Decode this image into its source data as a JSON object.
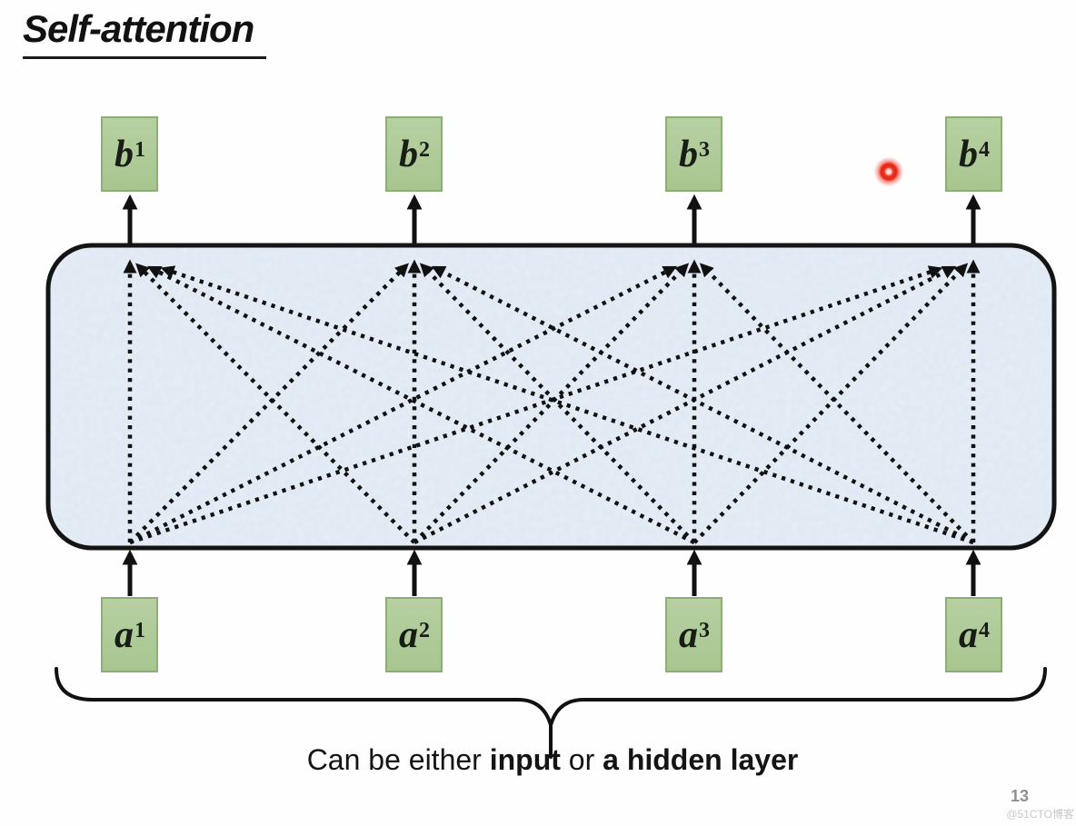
{
  "header": {
    "title": "Self-attention"
  },
  "nodes": {
    "top": [
      {
        "base": "b",
        "sup": "1"
      },
      {
        "base": "b",
        "sup": "2"
      },
      {
        "base": "b",
        "sup": "3"
      },
      {
        "base": "b",
        "sup": "4"
      }
    ],
    "bottom": [
      {
        "base": "a",
        "sup": "1"
      },
      {
        "base": "a",
        "sup": "2"
      },
      {
        "base": "a",
        "sup": "3"
      },
      {
        "base": "a",
        "sup": "4"
      }
    ]
  },
  "diagram": {
    "inputs": [
      "a1",
      "a2",
      "a3",
      "a4"
    ],
    "outputs": [
      "b1",
      "b2",
      "b3",
      "b4"
    ],
    "connectivity": "all-to-all",
    "edge_style": "dotted-arrow-up",
    "io_arrow_style": "solid-arrow-up"
  },
  "caption": {
    "segments": [
      {
        "text": "Can be either ",
        "bold": false
      },
      {
        "text": "input",
        "bold": true
      },
      {
        "text": " or ",
        "bold": false
      },
      {
        "text": "a hidden layer",
        "bold": true
      }
    ]
  },
  "footer": {
    "page_number": "13",
    "watermark": "@51CTO博客"
  },
  "icons": {
    "laser": "laser-pointer-dot"
  },
  "colors": {
    "node_fill": "#aec998",
    "node_border": "#8fae77",
    "panel_fill": "#dbe6f2",
    "panel_border": "#141414",
    "arrow": "#111111",
    "laser_red": "#e42613",
    "page_number_gray": "#8f8f8f",
    "watermark_gray": "#c9c9c9"
  }
}
